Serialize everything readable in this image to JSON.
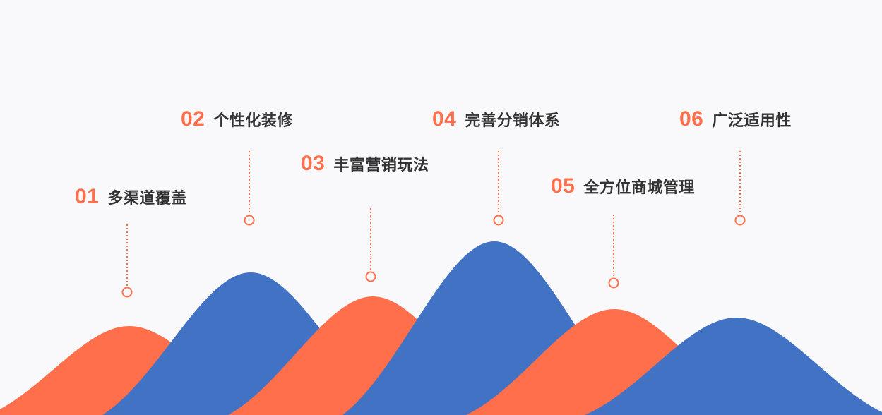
{
  "colors": {
    "background": "#f9f9fb",
    "orange": "#ff6f4b",
    "blue": "#4272c4",
    "label": "#333333",
    "connector": "#ff6f4b"
  },
  "features": [
    {
      "num": "01",
      "label": "多渠道覆盖"
    },
    {
      "num": "02",
      "label": "个性化装修"
    },
    {
      "num": "03",
      "label": "丰富营销玩法"
    },
    {
      "num": "04",
      "label": "完善分销体系"
    },
    {
      "num": "05",
      "label": "全方位商城管理"
    },
    {
      "num": "06",
      "label": "广泛适用性"
    }
  ]
}
